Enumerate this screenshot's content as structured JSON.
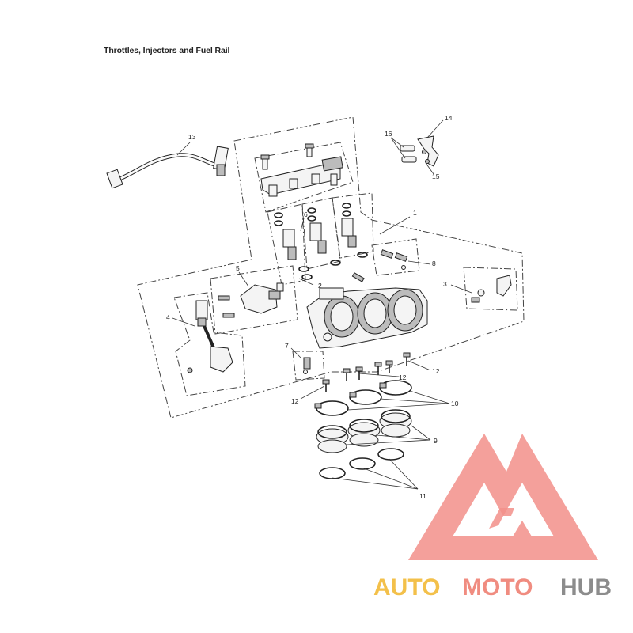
{
  "title": "Throttles, Injectors and Fuel Rail",
  "callouts": {
    "c1": "1",
    "c2": "2",
    "c3": "3",
    "c4": "4",
    "c5": "5",
    "c6": "6",
    "c7": "7",
    "c8": "8",
    "c9": "9",
    "c10": "10",
    "c11": "11",
    "c12a": "12",
    "c12b": "12",
    "c12c": "12",
    "c13": "13",
    "c14": "14",
    "c15": "15",
    "c16": "16"
  },
  "watermark": {
    "part1": "AUTO",
    "part2": "MOTO",
    "part3": "HUB",
    "color_auto": "#f3c04a",
    "color_moto": "#f08c80",
    "color_hub": "#8c8c8c",
    "color_logo": "#f28f8a"
  }
}
